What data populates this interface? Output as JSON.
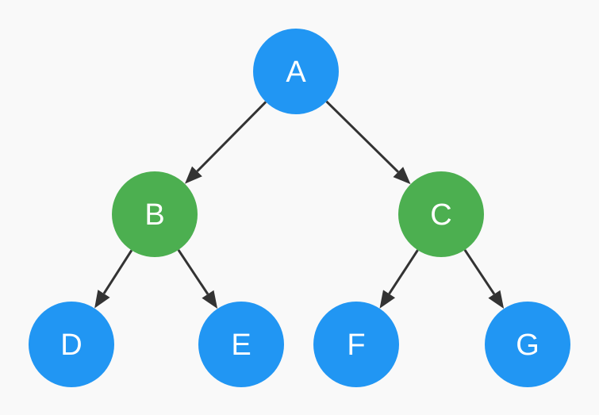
{
  "diagram": {
    "type": "binary-tree",
    "colors": {
      "background": "#f9f9f9",
      "leaf_and_root": "#2196f3",
      "internal": "#4caf50",
      "edge": "#333333",
      "label": "#ffffff"
    },
    "nodes": [
      {
        "id": "A",
        "label": "A",
        "color": "#2196f3"
      },
      {
        "id": "B",
        "label": "B",
        "color": "#4caf50"
      },
      {
        "id": "C",
        "label": "C",
        "color": "#4caf50"
      },
      {
        "id": "D",
        "label": "D",
        "color": "#2196f3"
      },
      {
        "id": "E",
        "label": "E",
        "color": "#2196f3"
      },
      {
        "id": "F",
        "label": "F",
        "color": "#2196f3"
      },
      {
        "id": "G",
        "label": "G",
        "color": "#2196f3"
      }
    ],
    "edges": [
      {
        "from": "A",
        "to": "B"
      },
      {
        "from": "A",
        "to": "C"
      },
      {
        "from": "B",
        "to": "D"
      },
      {
        "from": "B",
        "to": "E"
      },
      {
        "from": "C",
        "to": "F"
      },
      {
        "from": "C",
        "to": "G"
      }
    ]
  }
}
